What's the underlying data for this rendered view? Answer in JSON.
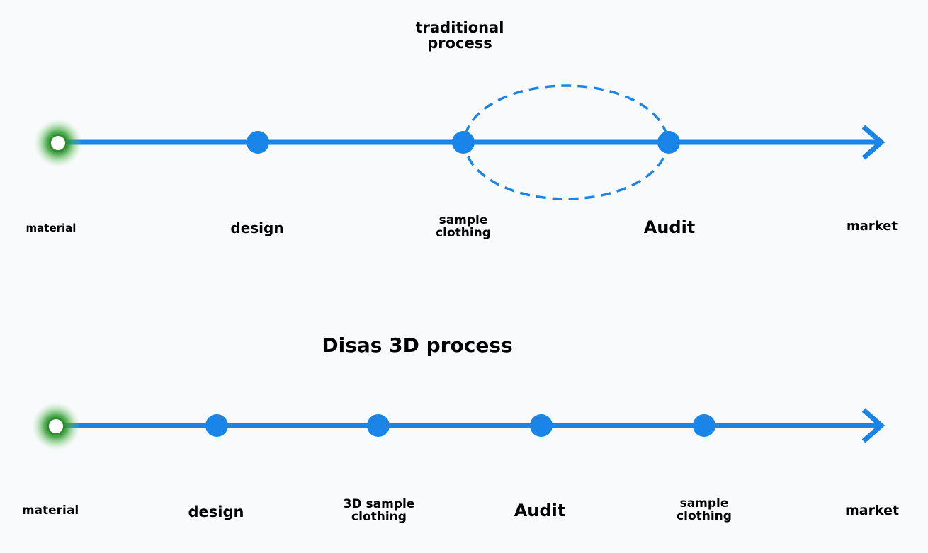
{
  "colors": {
    "line": "#1a85e8",
    "node": "#1a85e8",
    "start_glow": "#2e8b2e",
    "background": "#f9fafb"
  },
  "traditional": {
    "title_line1": "traditional",
    "title_line2": "process",
    "steps": [
      {
        "label": "material"
      },
      {
        "label": "design"
      },
      {
        "label_line1": "sample",
        "label_line2": "clothing"
      },
      {
        "label": "Audit"
      },
      {
        "label": "market"
      }
    ]
  },
  "disas3d": {
    "title": "Disas 3D process",
    "steps": [
      {
        "label": "material"
      },
      {
        "label": "design"
      },
      {
        "label_line1": "3D sample",
        "label_line2": "clothing"
      },
      {
        "label": "Audit"
      },
      {
        "label_line1": "sample",
        "label_line2": "clothing"
      },
      {
        "label": "market"
      }
    ]
  }
}
